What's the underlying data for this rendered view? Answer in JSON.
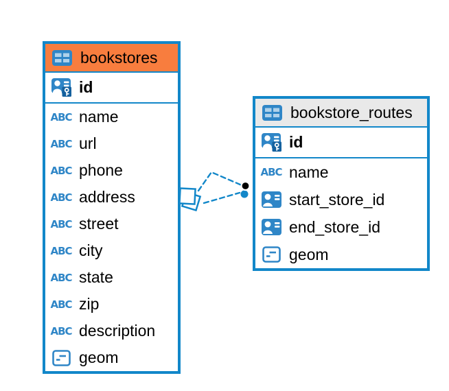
{
  "diagram": {
    "colors": {
      "accent_blue": "#1287C9",
      "icon_blue": "#2F86C7",
      "key_badge_blue": "#15619E",
      "header_orange": "#F87D3E",
      "header_gray": "#E9E9E9",
      "text_black": "#000000",
      "endpoint_black": "#000000"
    },
    "icons": {
      "text_type_glyph": "ABC"
    },
    "tables": [
      {
        "name": "bookstores",
        "header_color": "orange",
        "columns": [
          {
            "name": "id",
            "type_icon": "primary-key-icon",
            "key": true
          },
          {
            "name": "name",
            "type_icon": "text-type-icon"
          },
          {
            "name": "url",
            "type_icon": "text-type-icon"
          },
          {
            "name": "phone",
            "type_icon": "text-type-icon"
          },
          {
            "name": "address",
            "type_icon": "text-type-icon"
          },
          {
            "name": "street",
            "type_icon": "text-type-icon"
          },
          {
            "name": "city",
            "type_icon": "text-type-icon"
          },
          {
            "name": "state",
            "type_icon": "text-type-icon"
          },
          {
            "name": "zip",
            "type_icon": "text-type-icon"
          },
          {
            "name": "description",
            "type_icon": "text-type-icon"
          },
          {
            "name": "geom",
            "type_icon": "geometry-type-icon"
          }
        ]
      },
      {
        "name": "bookstore_routes",
        "header_color": "gray",
        "columns": [
          {
            "name": "id",
            "type_icon": "primary-key-icon",
            "key": true
          },
          {
            "name": "name",
            "type_icon": "text-type-icon"
          },
          {
            "name": "start_store_id",
            "type_icon": "reference-icon"
          },
          {
            "name": "end_store_id",
            "type_icon": "reference-icon"
          },
          {
            "name": "geom",
            "type_icon": "geometry-type-icon"
          }
        ]
      }
    ],
    "relationship": {
      "from_table": "bookstores",
      "to_table": "bookstore_routes",
      "line_style": "dashed",
      "line_count": 2
    }
  }
}
